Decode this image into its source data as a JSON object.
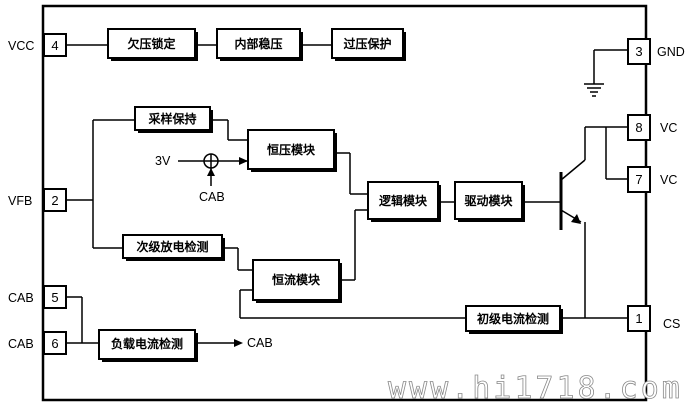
{
  "pins": {
    "p4": {
      "num": "4",
      "label": "VCC"
    },
    "p2": {
      "num": "2",
      "label": "VFB"
    },
    "p5": {
      "num": "5",
      "label": "CAB"
    },
    "p6": {
      "num": "6",
      "label": "CAB"
    },
    "p3": {
      "num": "3",
      "label": "GND"
    },
    "p8": {
      "num": "8",
      "label": "VC"
    },
    "p7": {
      "num": "7",
      "label": "VC"
    },
    "p1": {
      "num": "1",
      "label": "CS"
    }
  },
  "blocks": {
    "uvlo": "欠压锁定",
    "reg": "内部稳压",
    "ovp": "过压保护",
    "sh": "采样保持",
    "cv": "恒压模块",
    "logic": "逻辑模块",
    "drive": "驱动模块",
    "sec": "次级放电检测",
    "cc": "恒流模块",
    "prim": "初级电流检测",
    "load": "负载电流检测"
  },
  "labels": {
    "v3": "3V",
    "cab_sum": "CAB",
    "cab_out": "CAB"
  },
  "watermark": "www.hi1718.com"
}
